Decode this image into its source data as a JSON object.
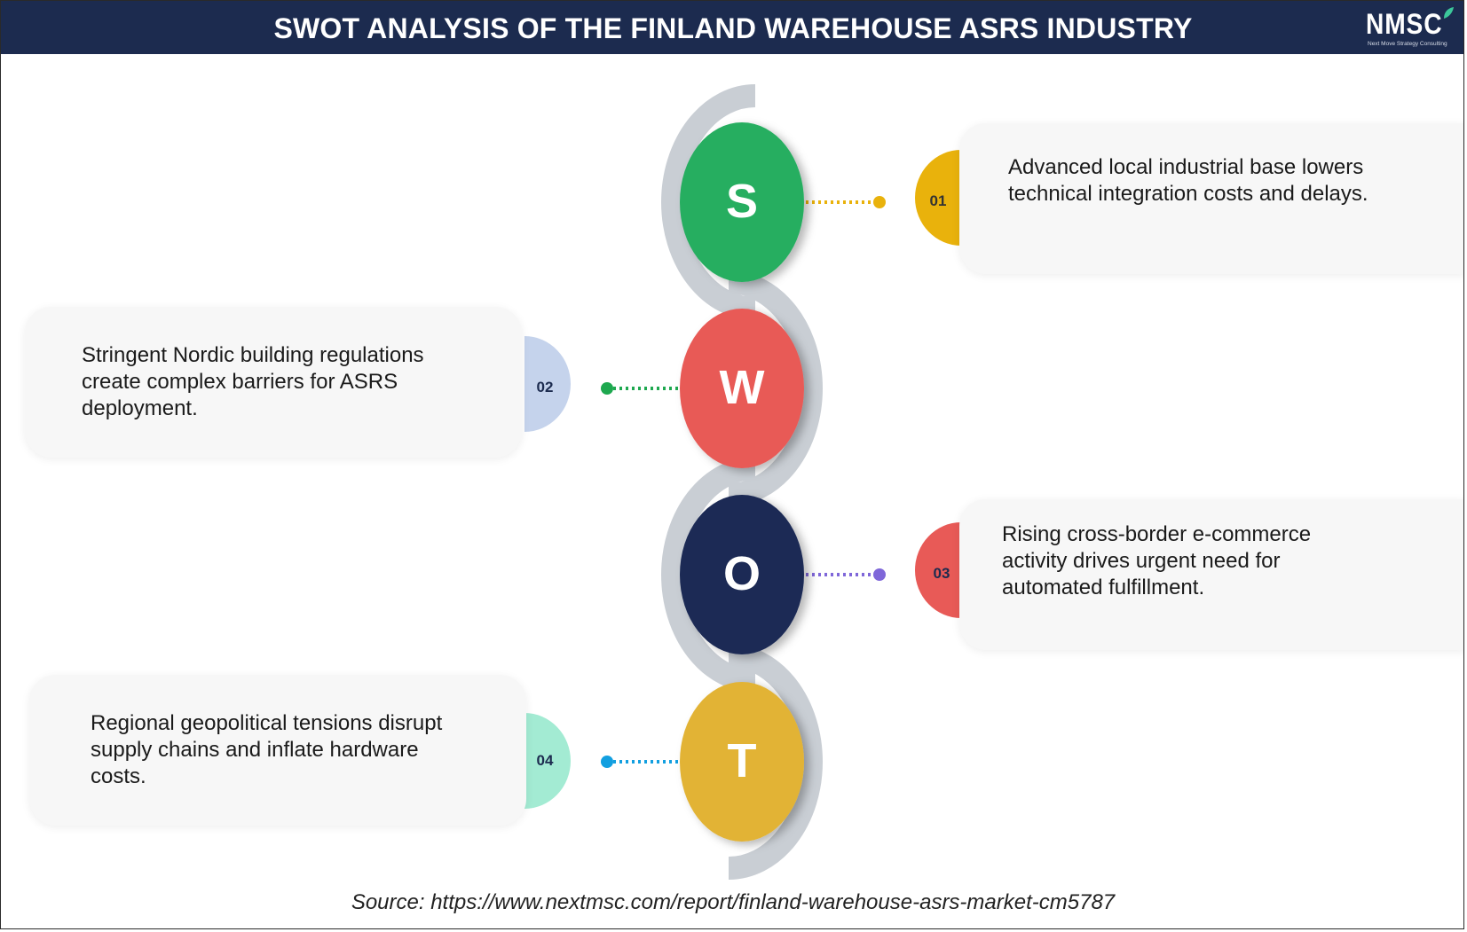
{
  "header": {
    "title": "SWOT ANALYSIS OF THE FINLAND WAREHOUSE ASRS INDUSTRY",
    "logo": {
      "text": "NMSC",
      "tagline": "Next Move Strategy Consulting",
      "accent_color": "#3cc79a"
    },
    "background_color": "#1c2b4f"
  },
  "swot": [
    {
      "letter": "S",
      "number": "01",
      "text": "Advanced local industrial base lowers technical integration costs and delays.",
      "circle_color": "#27ae60",
      "tab_color": "#e9b20c",
      "dot_color": "#e9b20c",
      "number_color": "#333333"
    },
    {
      "letter": "W",
      "number": "02",
      "text": "Stringent Nordic building regulations create complex barriers for ASRS deployment.",
      "circle_color": "#e85a57",
      "tab_color": "#c5d3ec",
      "dot_color": "#1ea84f",
      "number_color": "#1c2b4f"
    },
    {
      "letter": "O",
      "number": "03",
      "text": "Rising cross-border e-commerce activity drives urgent need for automated fulfillment.",
      "circle_color": "#1c2b55",
      "tab_color": "#e85a57",
      "dot_color": "#7f67d9",
      "number_color": "#1c2b4f"
    },
    {
      "letter": "T",
      "number": "04",
      "text": "Regional geopolitical tensions disrupt supply chains and inflate hardware costs.",
      "circle_color": "#e2b336",
      "tab_color": "#a3ebd3",
      "dot_color": "#129fe0",
      "number_color": "#1c2b4f"
    }
  ],
  "spine_color": "#c9ced4",
  "footer": {
    "source": "Source: https://www.nextmsc.com/report/finland-warehouse-asrs-market-cm5787"
  }
}
